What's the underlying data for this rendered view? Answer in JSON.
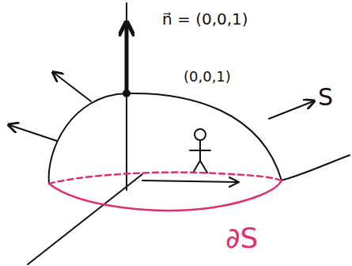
{
  "diagram": {
    "labels": [
      "n⃗ = (0,0,1)",
      "(0,0,1)",
      "S",
      "∂S"
    ]
  }
}
